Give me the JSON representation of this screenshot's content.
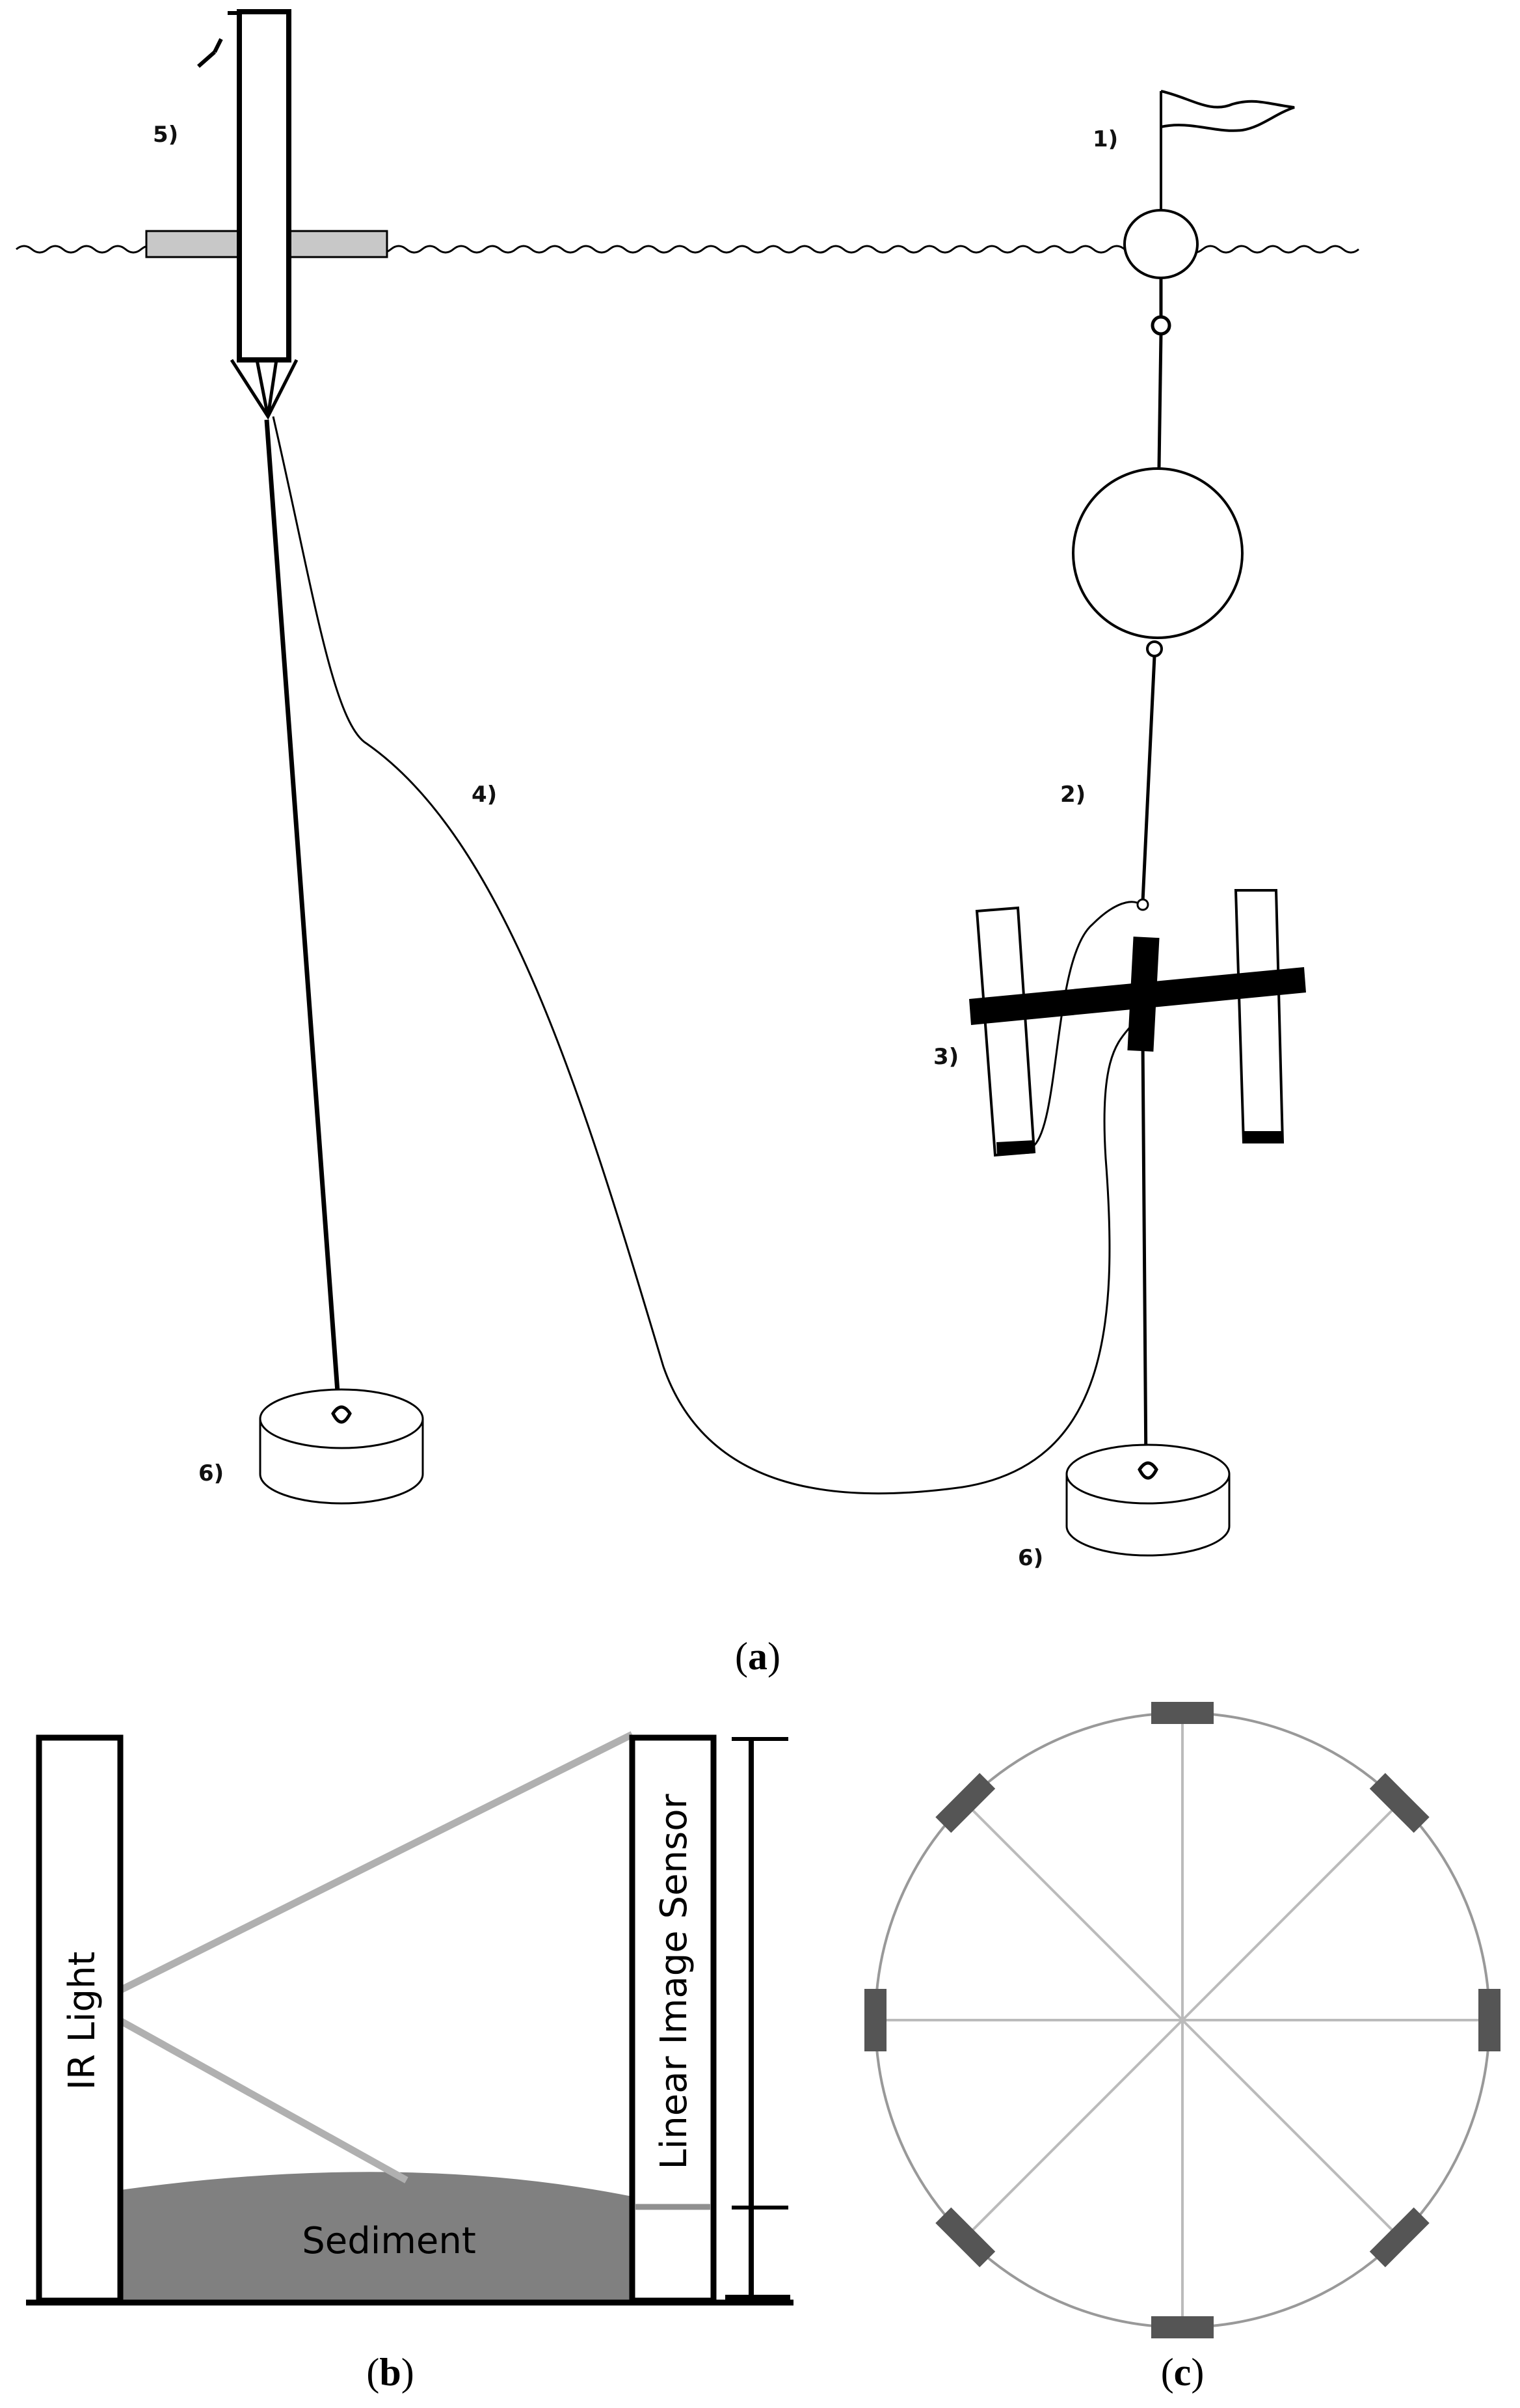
{
  "panel_a": {
    "labels": {
      "buoy_flag": "1)",
      "mooring_line": "2)",
      "sediment_trap": "3)",
      "cable": "4)",
      "pole": "5)",
      "anchor_left": "6)",
      "anchor_right": "6)"
    },
    "caption": {
      "open": "(",
      "letter": "a",
      "close": ")"
    }
  },
  "panel_b": {
    "ir_light_label": "IR Light",
    "sensor_label": "Linear Image Sensor",
    "sediment_label": "Sediment",
    "caption": {
      "open": "(",
      "letter": "b",
      "close": ")"
    }
  },
  "panel_c": {
    "sensor_count": 8,
    "caption": {
      "open": "(",
      "letter": "c",
      "close": ")"
    }
  },
  "colors": {
    "line": "#000000",
    "sediment": "#808080",
    "light_ray": "#b0b0b0",
    "float_fill": "#c8c8c8",
    "sensor_block": "#555555",
    "circle_stroke": "#999999",
    "spoke": "#bbbbbb"
  }
}
